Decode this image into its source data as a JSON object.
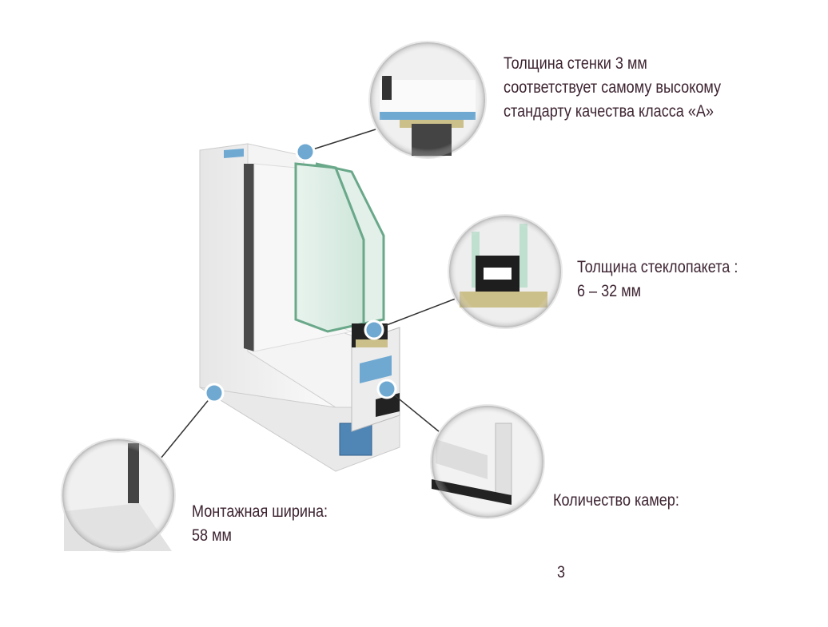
{
  "callouts": [
    {
      "id": "wall-thickness",
      "lines": [
        "Толщина  стенки 3 мм",
        "соответствует самому высокому",
        "стандарту качества класса «А»"
      ]
    },
    {
      "id": "glass-unit-thickness",
      "lines": [
        "Толщина стеклопакета :",
        "6 – 32 мм"
      ]
    },
    {
      "id": "chamber-count",
      "lines": [
        "Количество камер:",
        " 3"
      ]
    },
    {
      "id": "mounting-width",
      "lines": [
        "Монтажная ширина:",
        "58 мм"
      ]
    }
  ],
  "colors": {
    "text": "#3d2431",
    "marker": "#6fa9d2",
    "profile": "#f2f2f2",
    "seal": "#2a2a2a",
    "glass": "#bfe0cf"
  }
}
